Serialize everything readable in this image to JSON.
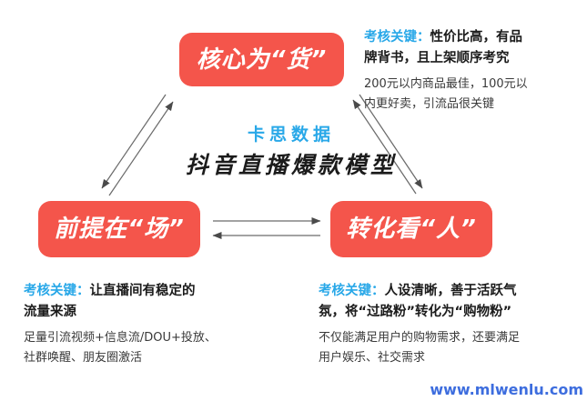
{
  "meta": {
    "background_color": "#ffffff",
    "accent_red": "#F4554B",
    "accent_blue": "#29A8E8",
    "text_dark": "#1b1b1b"
  },
  "center": {
    "brand": "卡思数据",
    "title": "抖音直播爆款模型"
  },
  "nodes": {
    "core": {
      "label": "核心为“货”"
    },
    "venue": {
      "label": "前提在“场”"
    },
    "people": {
      "label": "转化看“人”"
    }
  },
  "notes": {
    "goods": {
      "keyword": "考核关键：",
      "head_line1": "性价比高，有品",
      "head_line2": "牌背书，且上架顺序考究",
      "body_line1": "200元以内商品最佳，100元以",
      "body_line2": "内更好卖，引流品很关键"
    },
    "venue": {
      "keyword": "考核关键：",
      "head_line1": "让直播间有稳定的",
      "head_line2": "流量来源",
      "body_line1": "足量引流视频+信息流/DOU+投放、",
      "body_line2": "社群唤醒、朋友圈激活"
    },
    "people": {
      "keyword": "考核关键：",
      "head_line1": "人设清晰，善于活跃气",
      "head_line2": "氛，将“过路粉”转化为“购物粉”",
      "body_line1": "不仅能满足用户的购物需求，还要满足",
      "body_line2": "用户娱乐、社交需求"
    }
  },
  "connectors": {
    "left_diagonal": "double-headed-arrow",
    "right_diagonal": "double-headed-arrow",
    "bottom_horizontal": "double-headed-arrow"
  },
  "watermark": {
    "text": "www.mlwenlu.com",
    "color": "#3366DD"
  }
}
